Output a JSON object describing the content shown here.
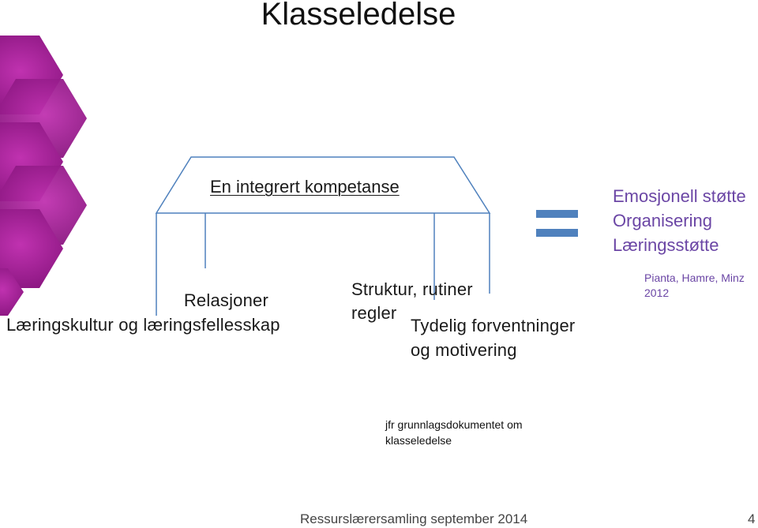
{
  "slide": {
    "title": "Klasseledelse"
  },
  "diagram": {
    "table_label": "En integrert kompetanse",
    "legs": {
      "left_outer": [
        "Relasjoner",
        "Læringskultur og læringsfellesskap"
      ],
      "left_inner": [
        "Struktur, rutiner",
        "regler"
      ],
      "right_inner": [
        "Tydelig forventninger",
        "og motivering"
      ]
    },
    "equals_color": "#4f81bd",
    "result_items": [
      "Emosjonell støtte",
      "Organisering",
      "Læringsstøtte"
    ],
    "result_color": "#6b46a5",
    "citation": [
      "Pianta, Hamre, Minz",
      "2012"
    ]
  },
  "note": {
    "lines": [
      "jfr grunnlagsdokumentet om",
      "klasseledelse"
    ]
  },
  "footer": {
    "text": "Ressurslærersamling september 2014",
    "page_number": "4"
  },
  "decoration": {
    "hexagon_color": "#a0208f",
    "icon": "hexagon-pattern"
  }
}
